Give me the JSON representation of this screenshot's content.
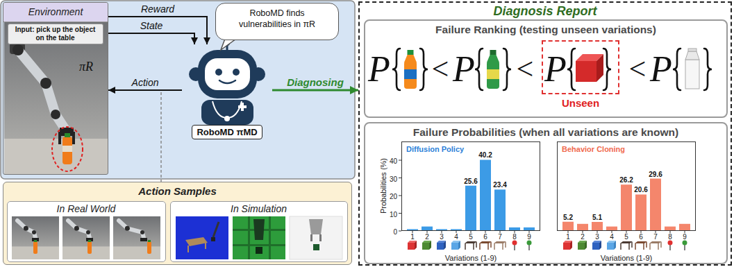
{
  "diagram": {
    "nodes": [
      {
        "text": [
          "Environment"
        ]
      },
      {
        "text": [
          "Input: pick up the object on the table"
        ],
        "in": 0
      },
      {
        "text": [
          "RoboMD finds vulnerabilities in πR"
        ]
      },
      {
        "text": [
          "RoboMD πMD"
        ]
      },
      {
        "text": [
          "Action Samples"
        ]
      },
      {
        "text": [
          "In Real World"
        ],
        "in": 4
      },
      {
        "text": [
          "In Simulation"
        ],
        "in": 4
      },
      {
        "text": [
          "Diagnosis Report"
        ]
      },
      {
        "text": [
          "Failure Ranking (testing unseen variations)"
        ],
        "in": 7
      },
      {
        "text": [
          "Unseen"
        ],
        "in": 8
      },
      {
        "text": [
          "Failure Probabilities (when all variations are known)"
        ],
        "in": 7
      },
      {
        "text": [
          "Diffusion Policy"
        ],
        "in": 10
      },
      {
        "text": [
          "Behavior Cloning"
        ],
        "in": 10
      }
    ],
    "edges": [
      {
        "from": 0,
        "to": 3,
        "label": "Reward",
        "arrow": "to"
      },
      {
        "from": 0,
        "to": 3,
        "label": "State",
        "arrow": "to"
      },
      {
        "from": 3,
        "to": 0,
        "label": "Action",
        "arrow": "to"
      },
      {
        "from": 3,
        "to": 7,
        "label": "Diagnosing",
        "arrow": "to"
      }
    ],
    "labels": [
      "πR",
      "P",
      "<",
      "P",
      "<",
      "P",
      "<",
      "P",
      "Probabilities (%)",
      "40",
      "30",
      "20",
      "10",
      "0",
      "25.6",
      "40.2",
      "23.4",
      "1",
      "2",
      "3",
      "4",
      "5",
      "6",
      "7",
      "8",
      "9",
      "Variations (1-9)",
      "5.2",
      "5.1",
      "26.2",
      "20.6",
      "29.6",
      "1",
      "2",
      "3",
      "4",
      "5",
      "6",
      "7",
      "8",
      "9",
      "Variations (1-9)"
    ]
  }
}
